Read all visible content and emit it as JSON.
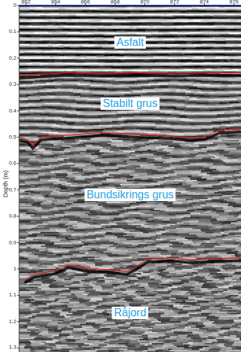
{
  "diagram": {
    "labels": [
      "862",
      "864",
      "866",
      "868",
      "870",
      "872",
      "874",
      "876",
      "0",
      "0.1",
      "0.2",
      "0.3",
      "0.4",
      "0.5",
      "0.6",
      "0.7",
      "0.8",
      "0.9",
      "1",
      "1.1",
      "1.2",
      "1.3",
      "Depth (m)",
      "Asfalt",
      "Stabilt grus",
      "Bundsikrings grus",
      "Råjord"
    ]
  }
}
